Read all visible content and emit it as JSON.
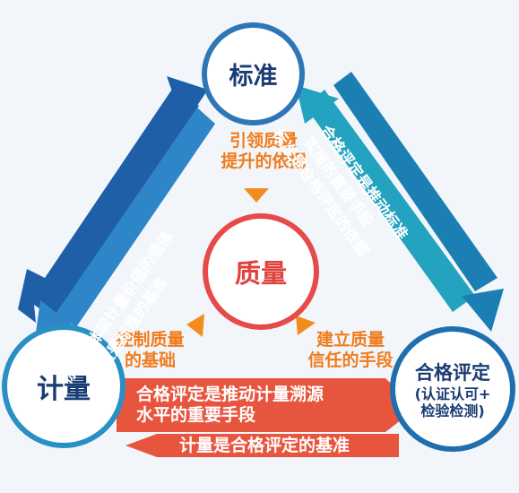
{
  "nodes": {
    "top": "标准",
    "center": "质量",
    "left": "计量",
    "right_title": "合格评定",
    "right_sub_line1": "(认证认可+",
    "right_sub_line2": "检验检测)"
  },
  "labels": {
    "top_line1": "引领质量",
    "top_line2": "提升的依据",
    "left_line1": "控制质量",
    "left_line2": "的基础",
    "right_line1": "建立质量",
    "right_line2": "信任的手段"
  },
  "bands": {
    "left_line1": "标准是体现计量价值的载体",
    "left_line2": "计量是标准的基准",
    "right_line1": "合格评定是推动标准",
    "right_line2": "实施的重要手段",
    "right_line3": "标准是合格评定的依据",
    "bottom_top_line1": "合格评定是推动计量溯源",
    "bottom_top_line2": "水平的重要手段",
    "bottom_lower": "计量是合格评定的基准"
  },
  "colors": {
    "blue_dark": "#1f5fa8",
    "blue_mid": "#2e86c8",
    "teal": "#23a3bf",
    "red": "#e8553f",
    "orange": "#f28c1e"
  }
}
